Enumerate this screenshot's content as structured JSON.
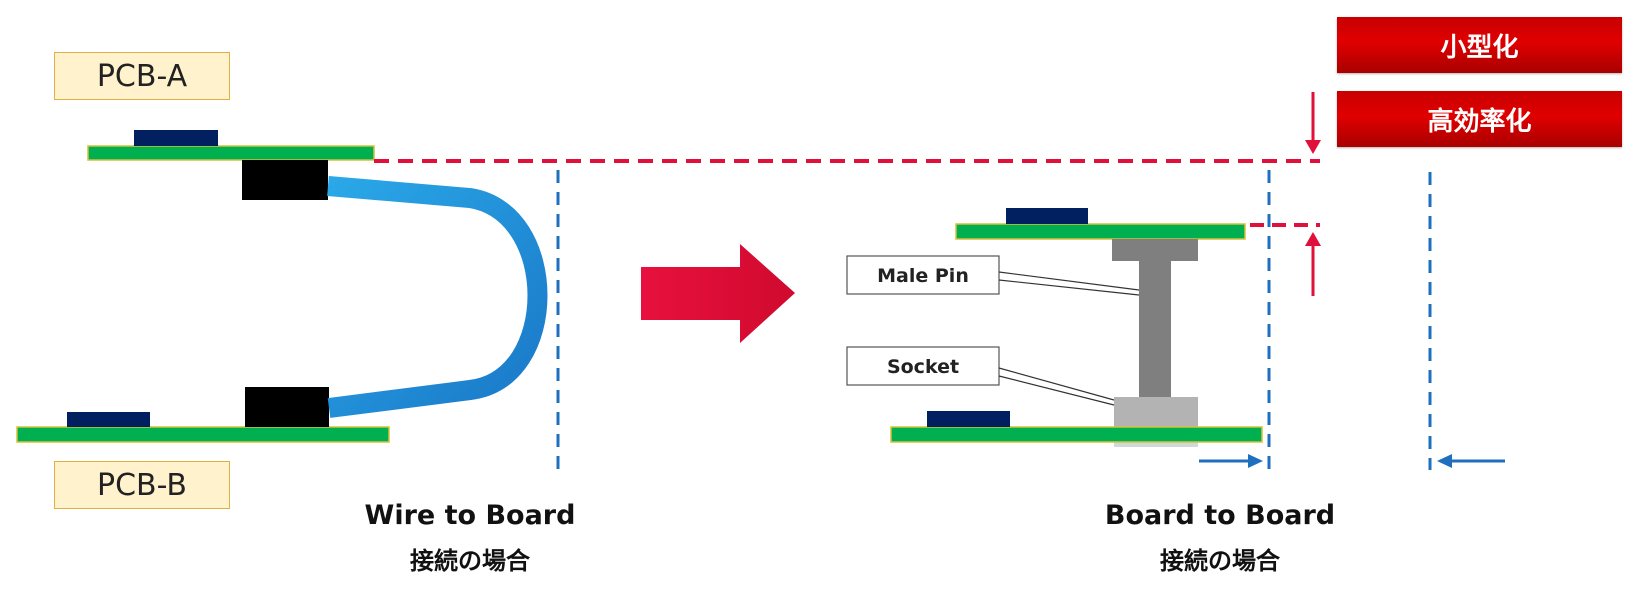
{
  "labels": {
    "pcb_a": "PCB-A",
    "pcb_b": "PCB-B",
    "male_pin": "Male Pin",
    "socket": "Socket"
  },
  "badges": {
    "downsizing": "小型化",
    "efficiency": "高効率化"
  },
  "captions": {
    "wire_to_board": {
      "title": "Wire to Board",
      "subtitle": "接続の場合"
    },
    "board_to_board": {
      "title": "Board to Board",
      "subtitle": "接続の場合"
    }
  },
  "colors": {
    "pcb_green": "#00b050",
    "pcb_border": "#d4c23a",
    "chip_navy": "#002060",
    "connector_black": "#000000",
    "cable_blue": "#1e90d8",
    "guide_red": "#e0103a",
    "guide_blue": "#1f6fbf",
    "pin_gray": "#7f7f7f",
    "socket_gray": "#b3b3b3",
    "arrow_red": "#e8103e"
  }
}
